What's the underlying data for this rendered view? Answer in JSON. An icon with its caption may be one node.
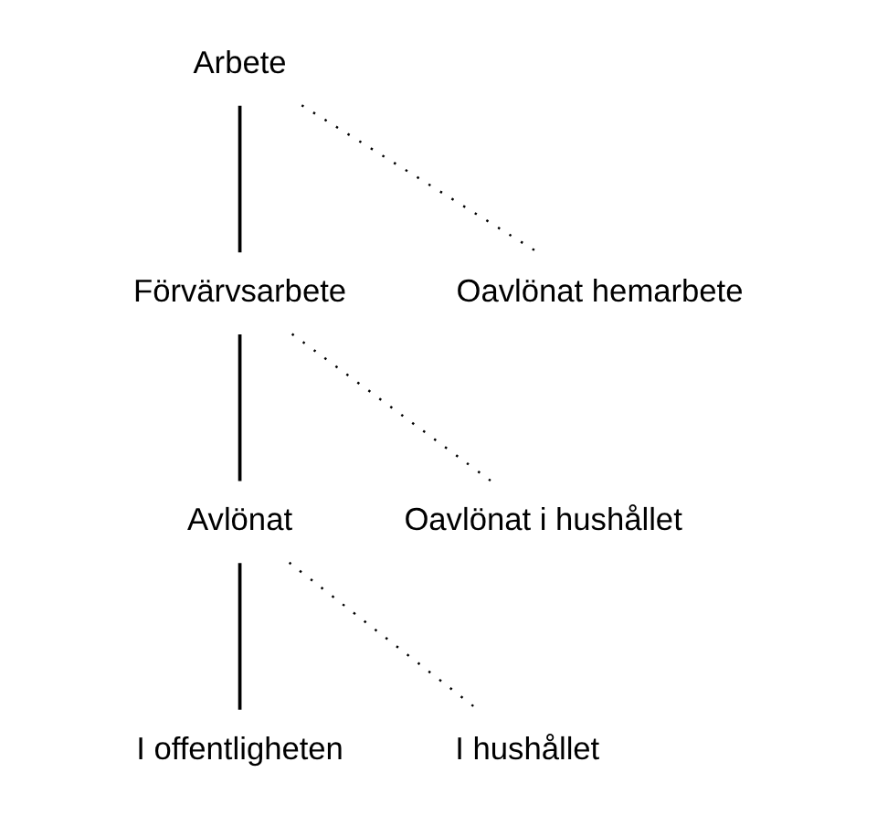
{
  "diagram": {
    "nodes": [
      {
        "text": [
          "Arbete"
        ]
      },
      {
        "text": [
          "Förvärvsarbete"
        ]
      },
      {
        "text": [
          "Oavlönat hemarbete"
        ]
      },
      {
        "text": [
          "Avlönat"
        ]
      },
      {
        "text": [
          "Oavlönat i hushållet"
        ]
      },
      {
        "text": [
          "I offentligheten"
        ]
      },
      {
        "text": [
          "I hushållet"
        ]
      }
    ],
    "edges": [
      {
        "from": 0,
        "to": 1,
        "arrow": "none"
      },
      {
        "from": 0,
        "to": 2,
        "arrow": "none",
        "style": "dashed"
      },
      {
        "from": 1,
        "to": 3,
        "arrow": "none"
      },
      {
        "from": 1,
        "to": 4,
        "arrow": "none",
        "style": "dashed"
      },
      {
        "from": 3,
        "to": 5,
        "arrow": "none"
      },
      {
        "from": 3,
        "to": 6,
        "arrow": "none",
        "style": "dashed"
      }
    ]
  }
}
